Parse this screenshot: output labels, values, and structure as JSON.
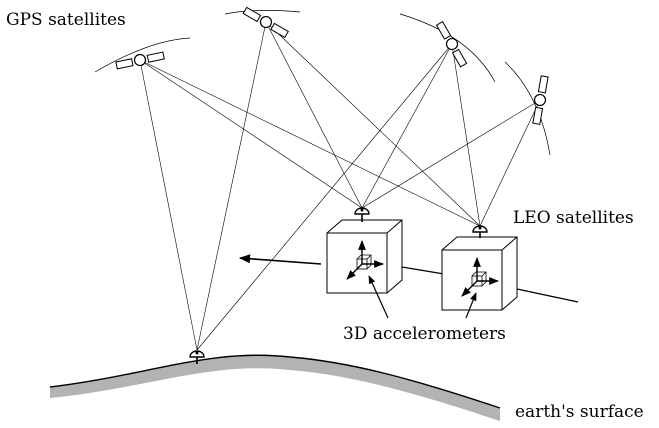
{
  "labels": {
    "gps": "GPS satellites",
    "leo": "LEO satellites",
    "accel": "3D accelerometers",
    "surface": "earth's surface"
  },
  "colors": {
    "line": "#000000",
    "ground": "#b3b3b3",
    "background": "#ffffff"
  },
  "icons": [
    "gps-satellite-icon",
    "leo-satellite-icon",
    "ground-receiver-icon",
    "accelerometer-cube-icon"
  ]
}
